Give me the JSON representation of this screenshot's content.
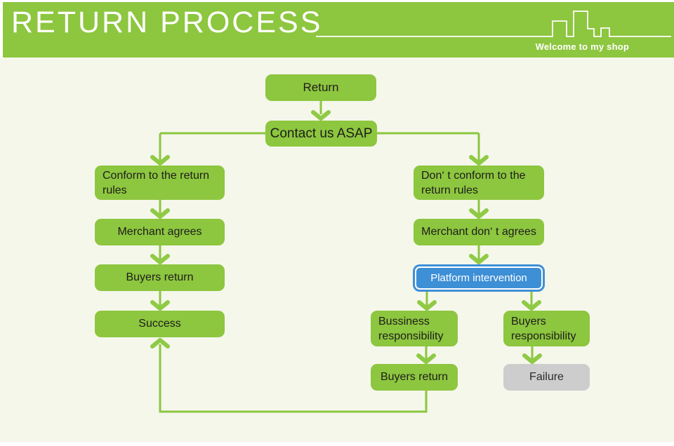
{
  "header": {
    "title": "RETURN PROCESS",
    "tagline": "Welcome to my shop",
    "bg_color": "#8dc63f",
    "text_color": "#ffffff"
  },
  "colors": {
    "node_green": "#8dc63f",
    "node_text": "#1d1d1b",
    "connector_green": "#8cc63f",
    "platform_blue": "#3d8fd6",
    "failure_gray": "#cdcdcd",
    "content_background": "#f5f7eb"
  },
  "nodes": {
    "return": {
      "label": "Return"
    },
    "contact": {
      "label": "Contact us ASAP"
    },
    "conform": {
      "label": "Conform to the return rules"
    },
    "merchant_agrees": {
      "label": "Merchant agrees"
    },
    "buyers_return_left": {
      "label": "Buyers return"
    },
    "success": {
      "label": "Success"
    },
    "dont_conform": {
      "label": "Don‘ t conform to the return rules"
    },
    "merchant_dont_agrees": {
      "label": "Merchant don‘ t agrees"
    },
    "platform": {
      "label": "Platform intervention"
    },
    "bussiness_resp": {
      "label": "Bussiness responsibility"
    },
    "buyers_resp": {
      "label": "Buyers responsibility"
    },
    "buyers_return_right": {
      "label": "Buyers return"
    },
    "failure": {
      "label": "Failure"
    }
  }
}
